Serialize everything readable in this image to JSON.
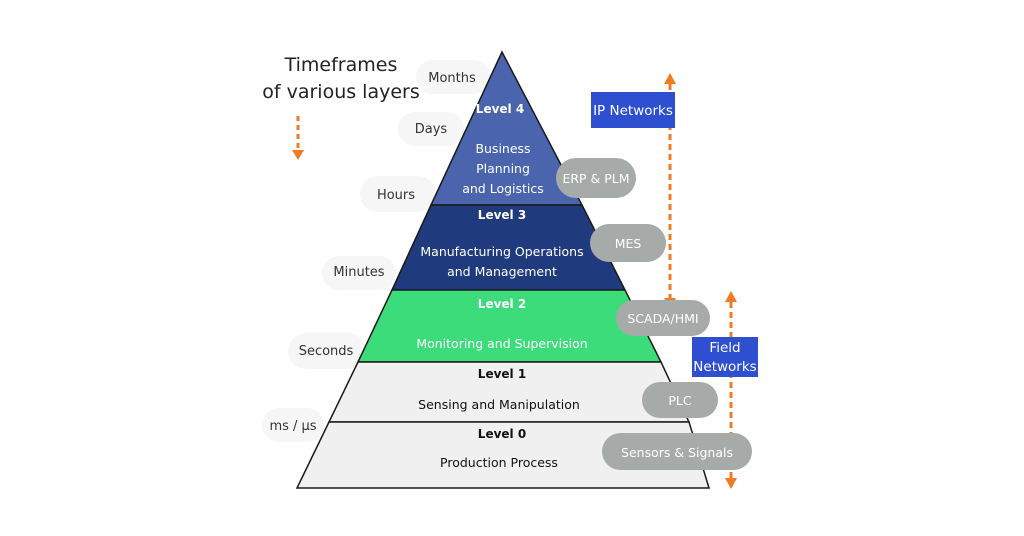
{
  "title": {
    "line1": "Timeframes",
    "line2": "of various layers"
  },
  "timeframes": [
    "Months",
    "Days",
    "Hours",
    "Minutes",
    "Seconds",
    "ms / µs"
  ],
  "levels": [
    {
      "heading": "Level 4",
      "desc": [
        "Business",
        "Planning",
        "and Logistics"
      ],
      "color": "#4a64ae",
      "text_color": "#ffffff"
    },
    {
      "heading": "Level 3",
      "desc": [
        "Manufacturing Operations",
        "and Management"
      ],
      "color": "#1f3a7d",
      "text_color": "#ffffff"
    },
    {
      "heading": "Level 2",
      "desc": [
        "Monitoring and Supervision"
      ],
      "color": "#3ddc7a",
      "text_color": "#ffffff"
    },
    {
      "heading": "Level 1",
      "desc": [
        "Sensing and Manipulation"
      ],
      "color": "#f0f0f0",
      "text_color": "#111111"
    },
    {
      "heading": "Level 0",
      "desc": [
        "Production Process"
      ],
      "color": "#f0f0f0",
      "text_color": "#111111"
    }
  ],
  "systems": [
    "ERP & PLM",
    "MES",
    "SCADA/HMI",
    "PLC",
    "Sensors & Signals"
  ],
  "networks": [
    {
      "label": [
        "IP Networks"
      ]
    },
    {
      "label": [
        "Field",
        "Networks"
      ]
    }
  ],
  "colors": {
    "arrow": "#f07b22",
    "network_box": "#2d4fd0",
    "pill": "#a6aaa8",
    "time_bubble": "#f6f6f6",
    "pyramid_outline": "#1a1a1a"
  }
}
